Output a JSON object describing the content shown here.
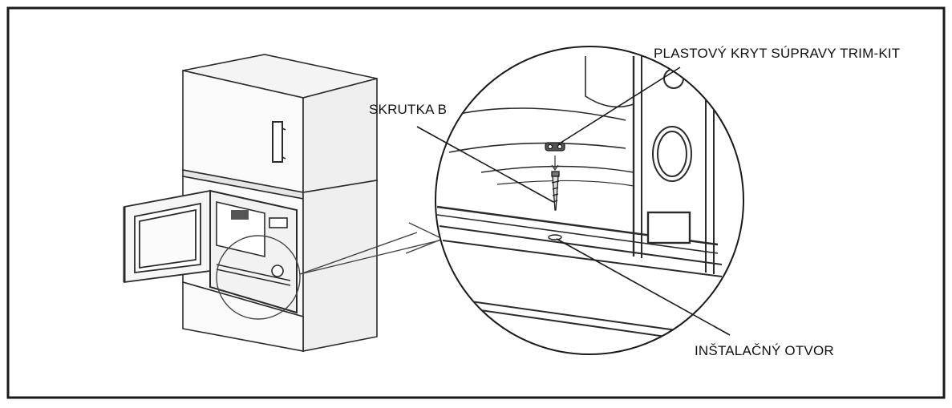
{
  "labels": {
    "trim_kit_cover": "PLASTOVÝ KRYT SÚPRAVY TRIM-KIT",
    "screw_b": "SKRUTKA B",
    "install_hole": "INŠTALAČNÝ OTVOR"
  },
  "colors": {
    "line": "#1a1a1a",
    "background": "#ffffff"
  }
}
